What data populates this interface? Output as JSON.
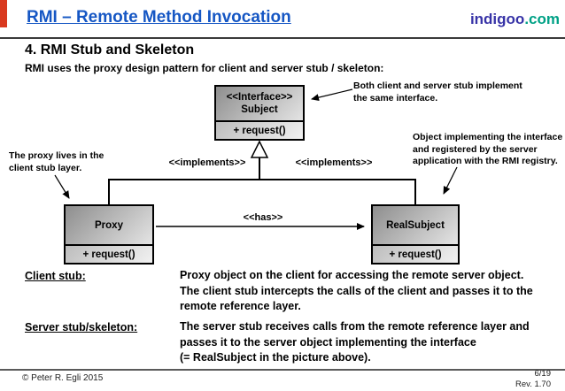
{
  "colors": {
    "title_blue": "#1657c4",
    "logo_indigo": "#3733a7",
    "logo_teal": "#00a186",
    "corner_red": "#d9391f",
    "box_gradient_dark": "#8e8e8e",
    "box_gradient_light": "#f1f1f1"
  },
  "header": {
    "title": "RMI – Remote Method Invocation",
    "logo_name": "indigoo",
    "logo_tld": ".com"
  },
  "section": {
    "title": "4. RMI Stub and Skeleton",
    "subtitle": "RMI uses the proxy design pattern for client and server stub / skeleton:"
  },
  "diagram": {
    "subject": {
      "stereotype": "<<Interface>>",
      "name": "Subject",
      "method": "+ request()"
    },
    "proxy": {
      "name": "Proxy",
      "method": "+ request()"
    },
    "realsubject": {
      "name": "RealSubject",
      "method": "+ request()"
    },
    "implements_left": "<<implements>>",
    "implements_right": "<<implements>>",
    "has_label": "<<has>>",
    "annotation_left": "The proxy lives in the\nclient stub layer.",
    "annotation_top_right": "Both client and server stub  implement\nthe same interface.",
    "annotation_right": "Object implementing the interface\nand registered by the server\napplication with the RMI registry."
  },
  "definitions": [
    {
      "term": "Client stub:",
      "description": "Proxy object on the client for accessing the remote server object.\nThe client stub intercepts the calls of the client and passes it to the\nremote reference layer."
    },
    {
      "term": "Server stub/skeleton:",
      "description": "The server stub receives calls from the remote reference layer and\npasses it to the server object implementing the interface\n(= RealSubject in the picture above)."
    }
  ],
  "footer": {
    "copyright": "© Peter R. Egli 2015",
    "page": "6/19",
    "revision": "Rev. 1.70"
  }
}
